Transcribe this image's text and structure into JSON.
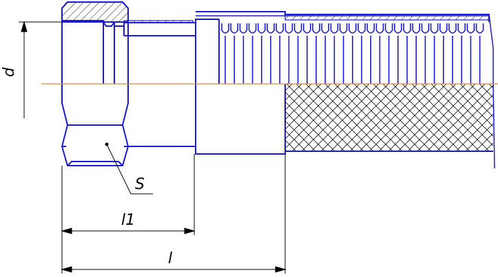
{
  "labels": {
    "d": "d",
    "s": "S",
    "l1": "l1",
    "l": "l"
  },
  "colors": {
    "outline": "#1a1ad6",
    "centerline": "#e0883a",
    "dimension": "#000000",
    "hatch": "#1a1a1a"
  }
}
